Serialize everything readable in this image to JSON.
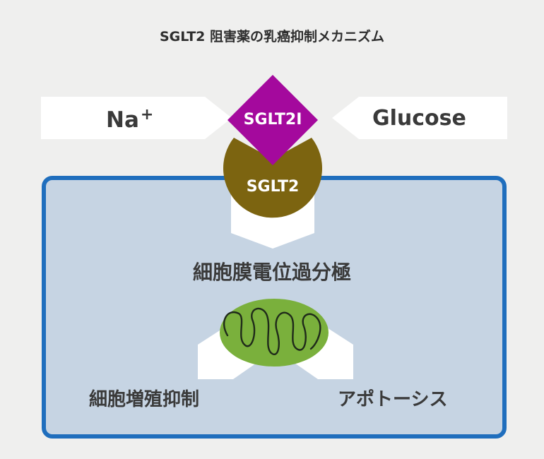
{
  "title": "SGLT2 阻害薬の乳癌抑制メカニズム",
  "na_label": "Na",
  "na_charge": "+",
  "glucose_label": "Glucose",
  "inhibitor_label": "SGLT2I",
  "transporter_label": "SGLT2",
  "depolarization_label": "細胞膜電位過分極",
  "proliferation_label": "細胞増殖抑制",
  "apoptosis_label": "アポトーシス",
  "colors": {
    "background": "#efefee",
    "cell_fill": "#c6d4e3",
    "cell_border": "#1f6ebd",
    "inhibitor": "#a4099d",
    "transporter": "#7c6410",
    "mitochondria": "#7ab03c",
    "arrow": "#ffffff",
    "text": "#3a3a3a"
  }
}
